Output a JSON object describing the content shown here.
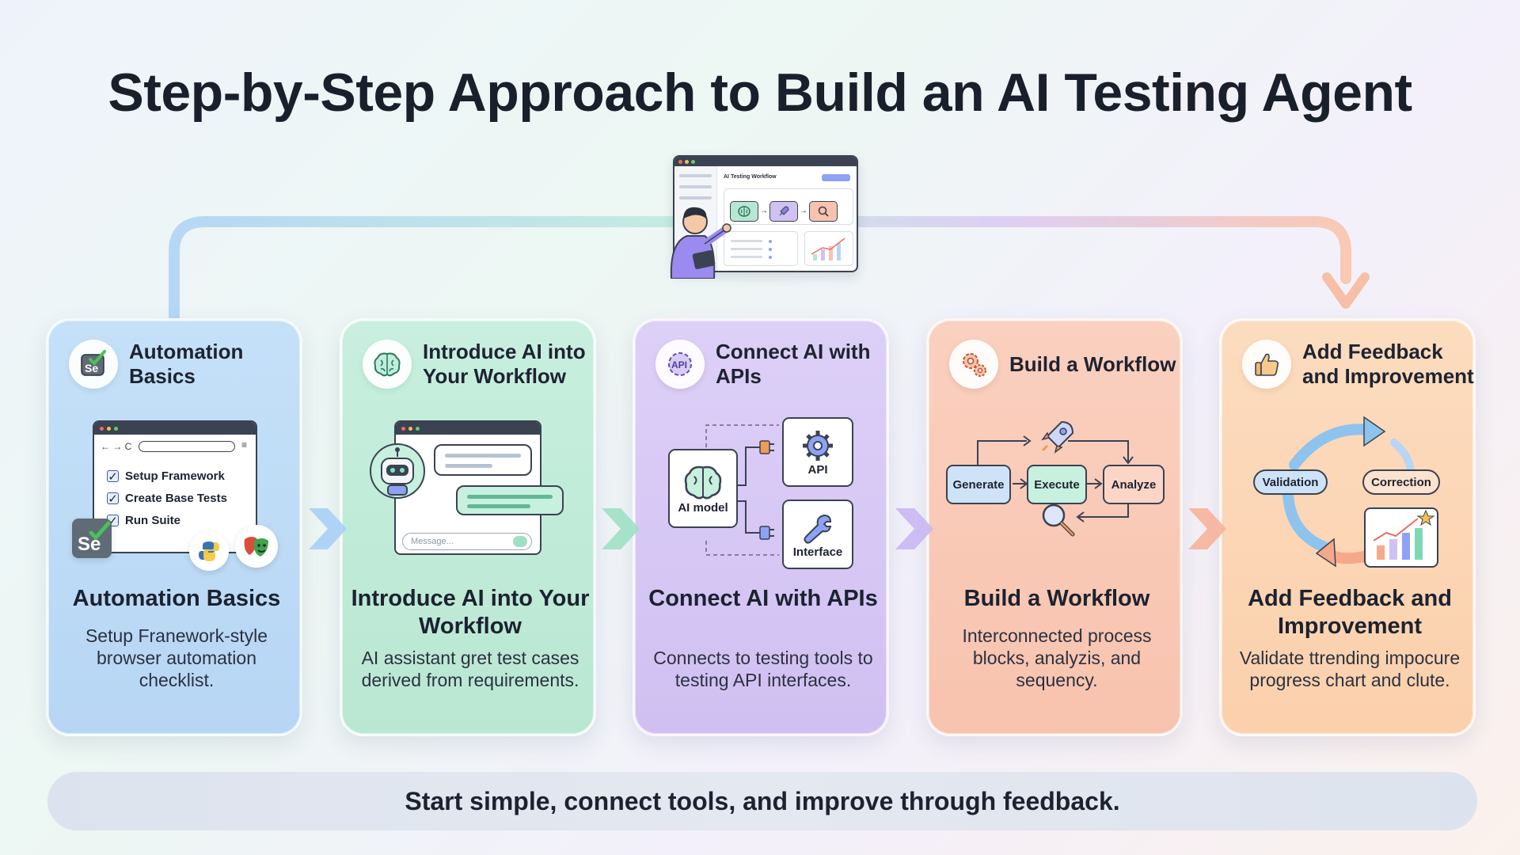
{
  "title": "Step-by-Step Approach to Build an AI Testing Agent",
  "hero": {
    "window_title": "AI Testing Workflow"
  },
  "colors": {
    "accent_blue": "#b7d6f4",
    "accent_green": "#b9e7d2",
    "accent_purple": "#d0c0f2",
    "accent_orange": "#f8c3ae",
    "accent_peach": "#fbd0ac"
  },
  "steps": [
    {
      "header": "Automation Basics",
      "icon": "selenium-checkbox-icon",
      "title": "Automation Basics",
      "description": "Setup Franework-style browser automation checklist.",
      "checklist": [
        "Setup Framework",
        "Create Base Tests",
        "Run Suite"
      ]
    },
    {
      "header": "Introduce AI into Your Workflow",
      "icon": "brain-icon",
      "title": "Introduce AI into Your Workflow",
      "description": "AI assistant gret test cases derived from requirements.",
      "input_placeholder": "Message..."
    },
    {
      "header": "Connect AI with APIs",
      "icon": "api-gear-icon",
      "title": "Connect AI with APIs",
      "description": "Connects to testing tools to testing API interfaces.",
      "nodes": {
        "model": "AI model",
        "api": "API",
        "interface": "Interface"
      }
    },
    {
      "header": "Build a Workflow",
      "icon": "gears-icon",
      "title": "Build a Workflow",
      "description": "Interconnected process blocks, analyzis, and sequency.",
      "blocks": [
        "Generate",
        "Execute",
        "Analyze"
      ]
    },
    {
      "header": "Add Feedback and Improvement",
      "icon": "thumbs-up-icon",
      "title": "Add Feedback and Improvement",
      "description": "Validate ttrending impocure progress chart and clute.",
      "loop": [
        "Validation",
        "Correction"
      ]
    }
  ],
  "footer": "Start simple, connect tools, and improve through feedback."
}
